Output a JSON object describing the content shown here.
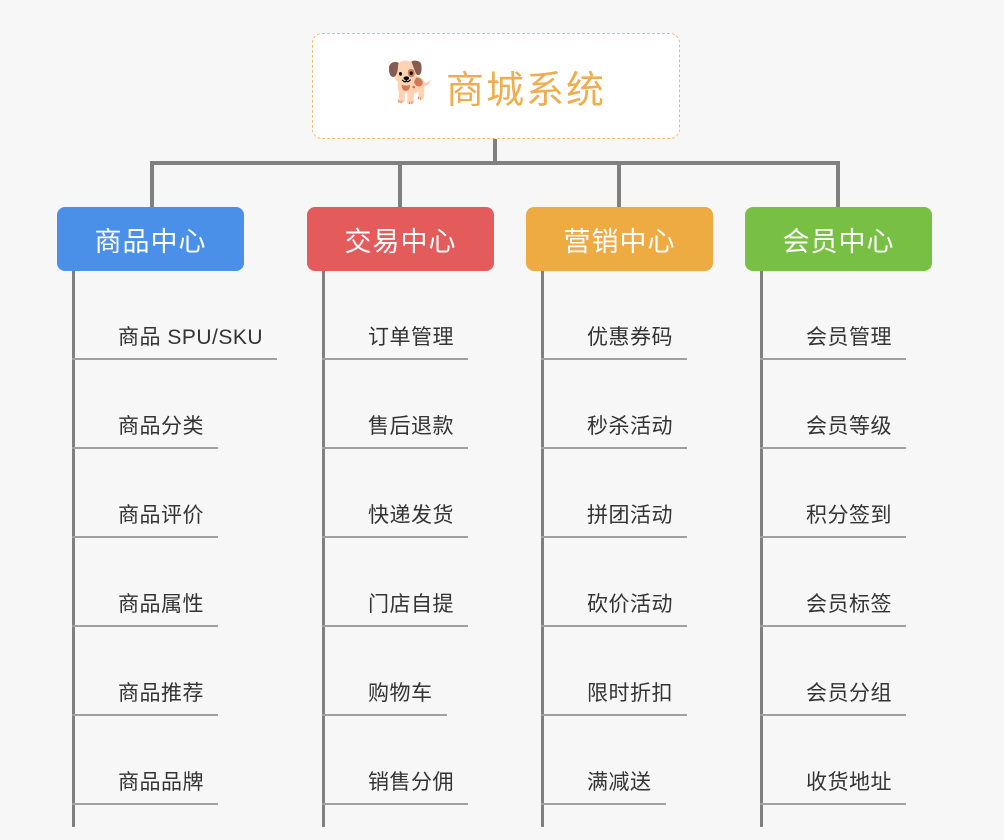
{
  "background_color": "#f7f7f7",
  "root": {
    "icon": "shiba-dog-face-icon",
    "emoji": "🐕",
    "title": "商城系统",
    "title_color": "#f0ad4e",
    "border_color": "#f0bc6a",
    "fill_color": "#ffffff"
  },
  "connector_color": "#808080",
  "branches": [
    {
      "label": "商品中心",
      "color": "#4a90e8",
      "items": [
        "商品 SPU/SKU",
        "商品分类",
        "商品评价",
        "商品属性",
        "商品推荐",
        "商品品牌"
      ]
    },
    {
      "label": "交易中心",
      "color": "#e35b5b",
      "items": [
        "订单管理",
        "售后退款",
        "快递发货",
        "门店自提",
        "购物车",
        "销售分佣"
      ]
    },
    {
      "label": "营销中心",
      "color": "#eeab42",
      "items": [
        "优惠券码",
        "秒杀活动",
        "拼团活动",
        "砍价活动",
        "限时折扣",
        "满减送"
      ]
    },
    {
      "label": "会员中心",
      "color": "#78c043",
      "items": [
        "会员管理",
        "会员等级",
        "积分签到",
        "会员标签",
        "会员分组",
        "收货地址"
      ]
    }
  ]
}
